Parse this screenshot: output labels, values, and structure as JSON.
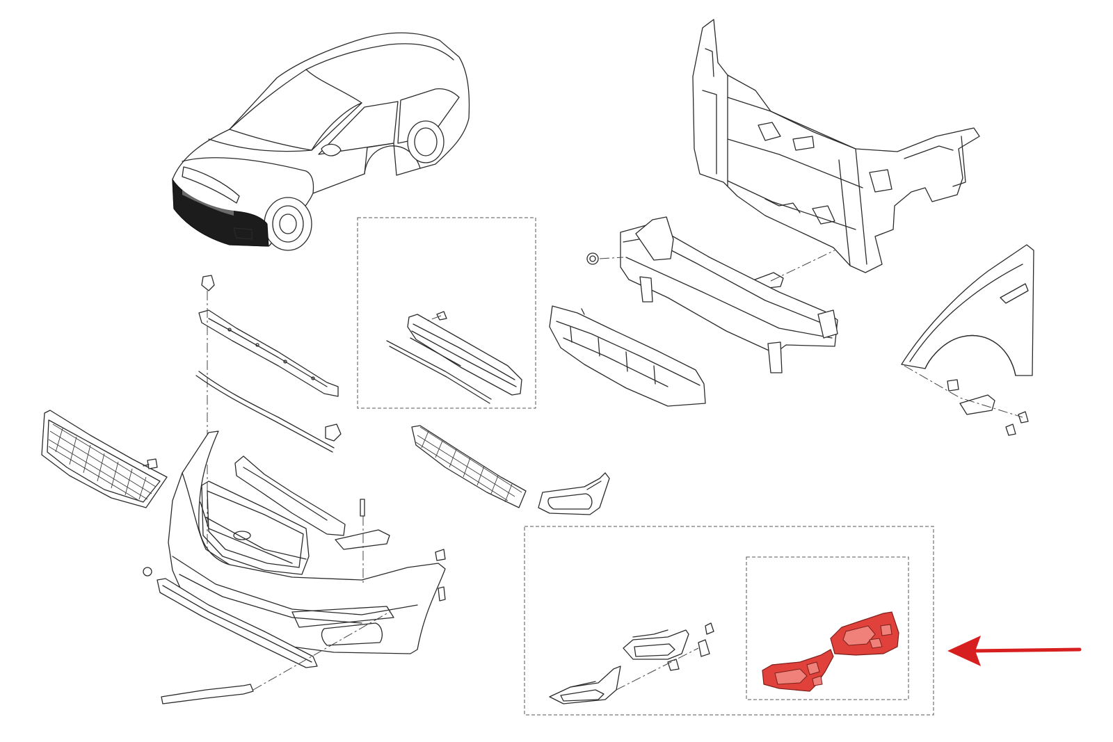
{
  "diagram": {
    "type": "exploded-parts-diagram",
    "highlight_color": "#e0413a",
    "arrow_color": "#d81f1f",
    "line_color": "#2a2a2a",
    "background_color": "#ffffff",
    "highlighted_part": "fog-lamp-cover-pair",
    "parts": [
      "vehicle-overview",
      "radiator-support-frame",
      "front-bumper-beam",
      "bumper-energy-absorber",
      "front-fender",
      "upper-grille-mesh",
      "bumper-upper-bracket",
      "bumper-cover",
      "lower-grille-assembly",
      "lower-grille-mesh",
      "fog-lamp-bezel",
      "bumper-lower-lip",
      "fog-lamp-cover-pair"
    ]
  }
}
